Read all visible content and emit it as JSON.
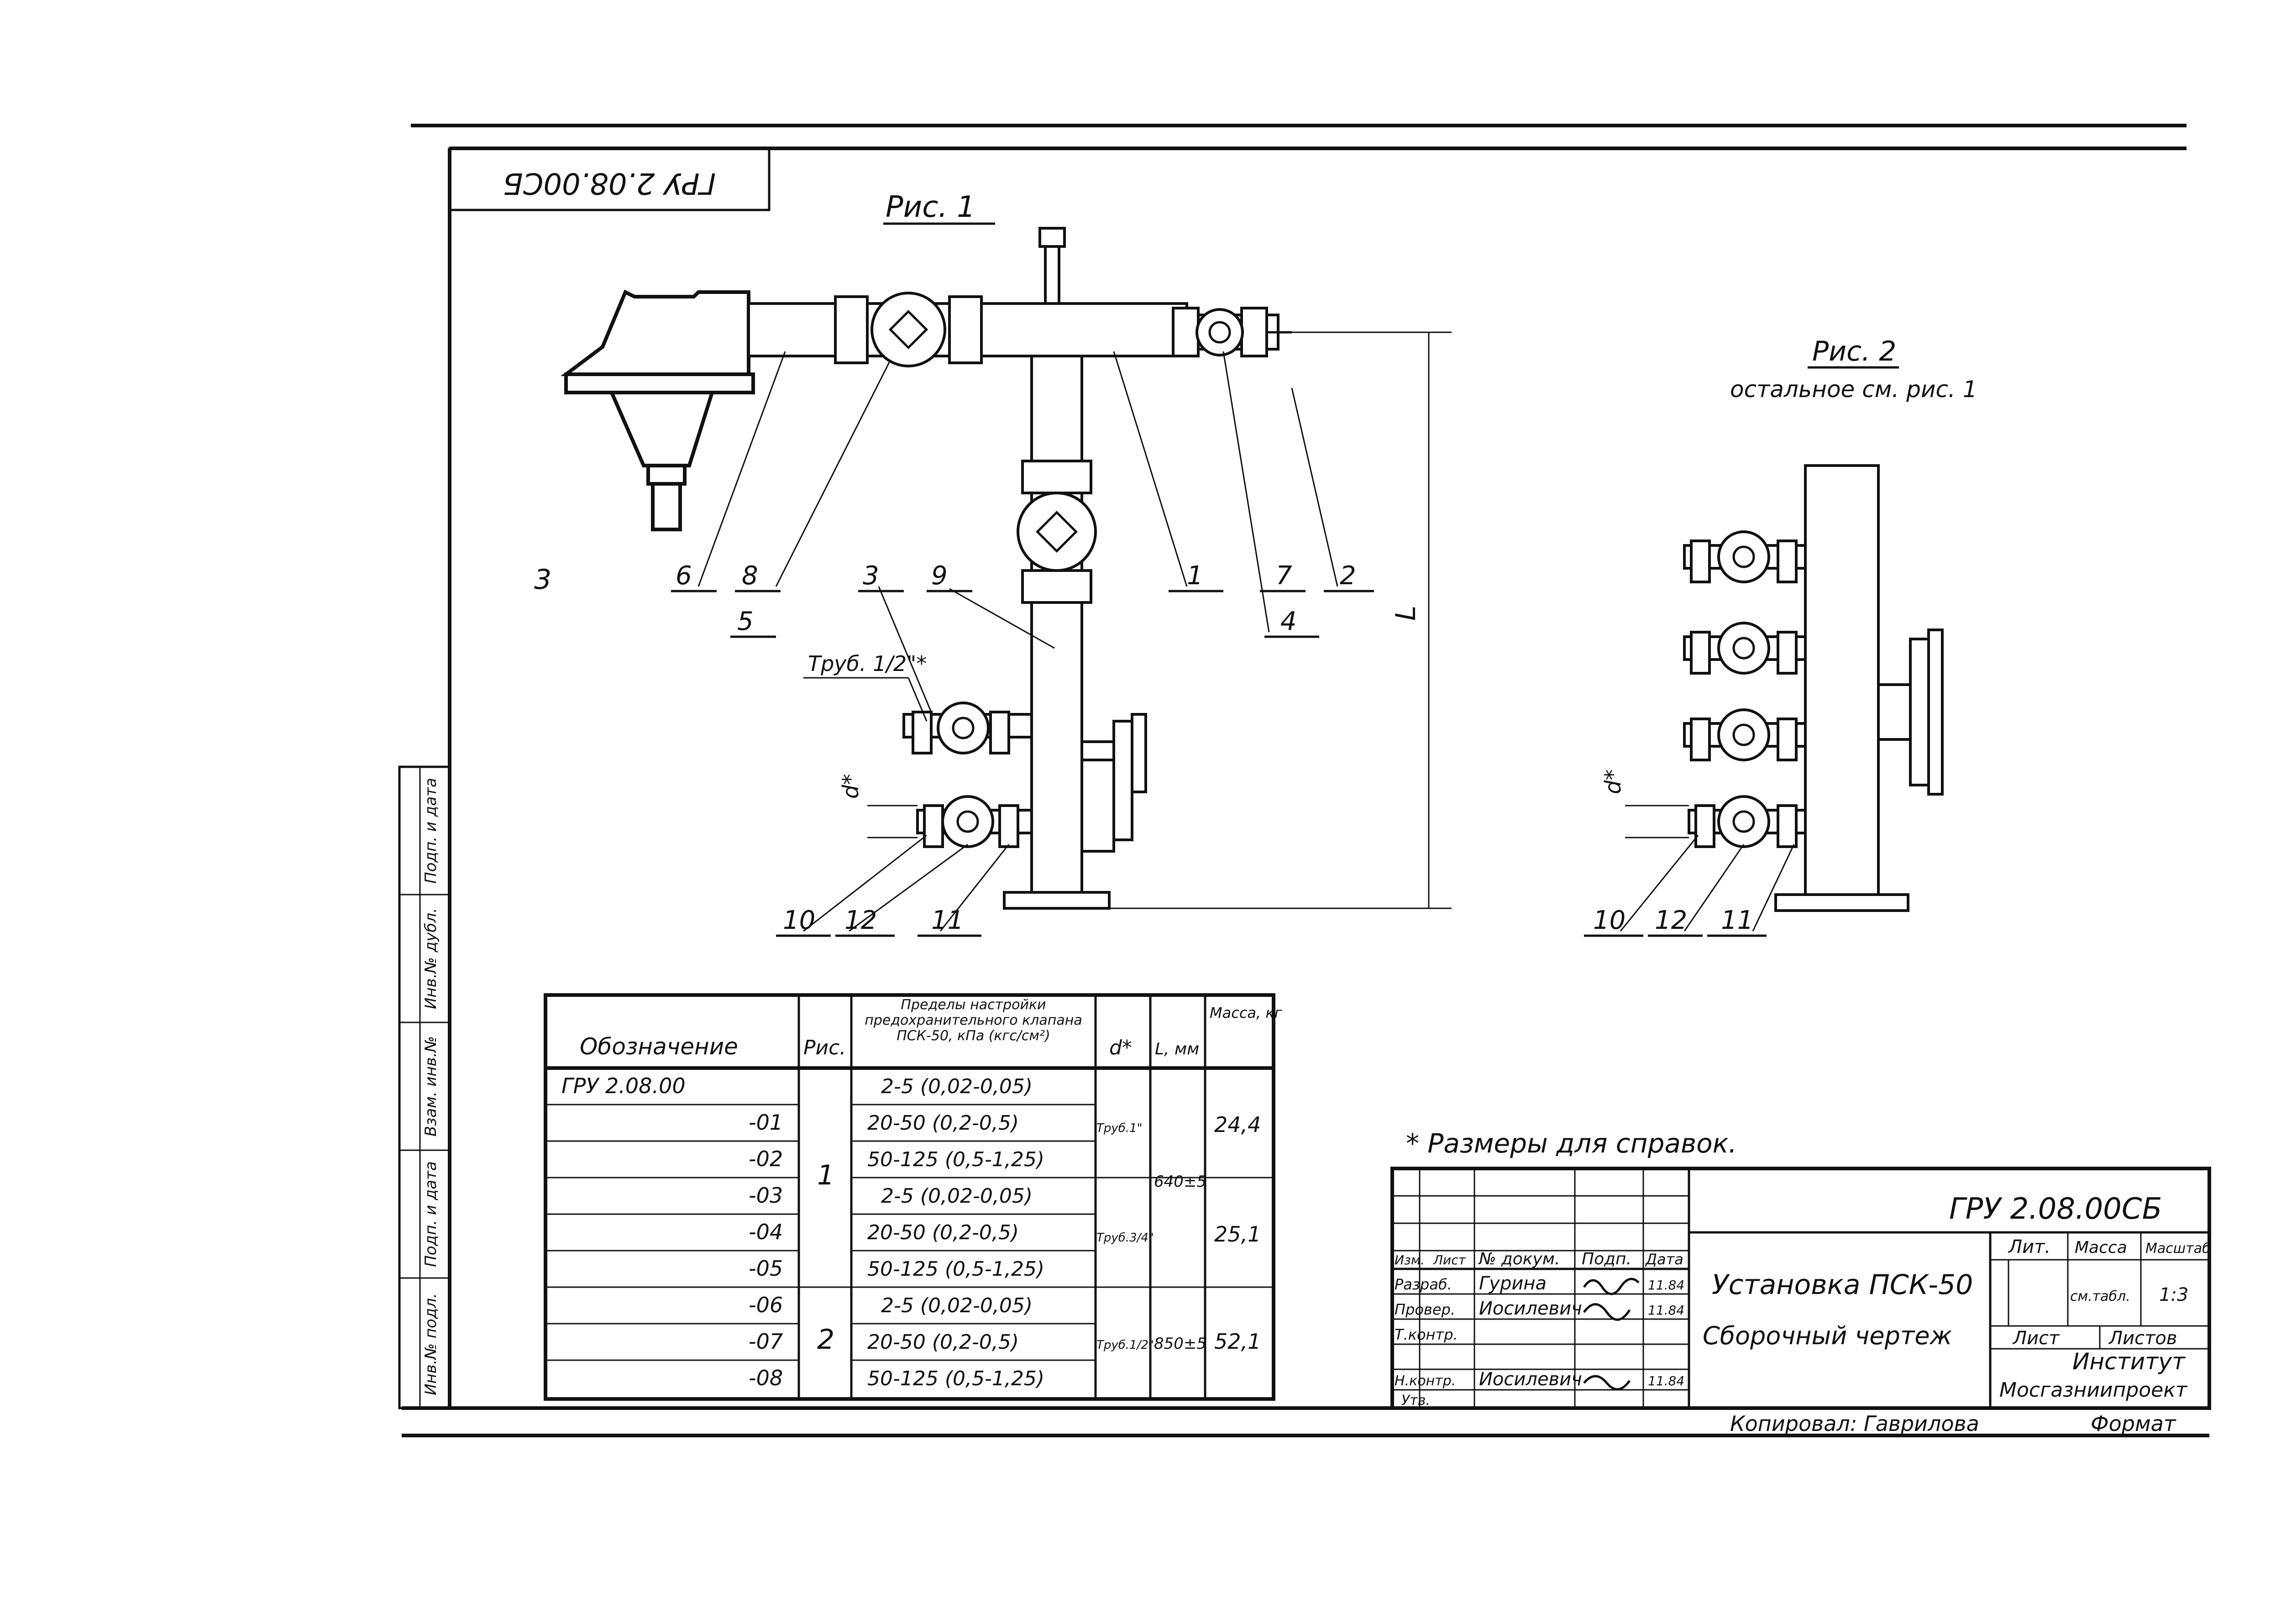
{
  "drawing": {
    "code_stamp_rotated": "ГРУ 2.08.00СБ",
    "figure1_label": "Рис. 1",
    "figure2_label": "Рис. 2",
    "figure2_note": "остальное см. рис. 1",
    "callouts": [
      "6",
      "8",
      "5",
      "3",
      "9",
      "1",
      "7",
      "4",
      "2",
      "10",
      "12",
      "11"
    ],
    "pipe_label": "Труб. 1/2\"*",
    "dim_L": "L",
    "dim_d": "d*",
    "left_margin_mark": "3",
    "fig2_callouts": [
      "10",
      "12",
      "11"
    ],
    "footnote": "* Размеры для справок."
  },
  "table": {
    "headers": {
      "designation": "Обозначение",
      "fig": "Рис.",
      "limits": "Пределы настройки предохранительного клапана ПСК-50, кПа (кгс/см²)",
      "d": "d*",
      "L": "L, мм",
      "mass": "Масса, кг"
    },
    "rows": [
      {
        "designation": "ГРУ 2.08.00",
        "limits": "2-5 (0,02-0,05)"
      },
      {
        "designation": "-01",
        "limits": "20-50 (0,2-0,5)"
      },
      {
        "designation": "-02",
        "limits": "50-125 (0,5-1,25)"
      },
      {
        "designation": "-03",
        "limits": "2-5 (0,02-0,05)"
      },
      {
        "designation": "-04",
        "limits": "20-50 (0,2-0,5)"
      },
      {
        "designation": "-05",
        "limits": "50-125 (0,5-1,25)"
      },
      {
        "designation": "-06",
        "limits": "2-5 (0,02-0,05)"
      },
      {
        "designation": "-07",
        "limits": "20-50 (0,2-0,5)"
      },
      {
        "designation": "-08",
        "limits": "50-125 (0,5-1,25)"
      }
    ],
    "groups": {
      "fig1": "1",
      "fig2": "2",
      "d_a": "Труб.1\"",
      "d_b": "Труб.3/4\"",
      "d_c": "Труб.1/2\"",
      "L_a": "640±5",
      "L_b": "850±5",
      "mass_a": "24,4",
      "mass_b": "25,1",
      "mass_c": "52,1"
    }
  },
  "title_block": {
    "doc_code": "ГРУ 2.08.00СБ",
    "title": "Установка ПСК-50",
    "subtitle": "Сборочный чертеж",
    "col_headers": [
      "Изм.",
      "Лист",
      "№ докум.",
      "Подп.",
      "Дата"
    ],
    "roles": [
      {
        "role": "Разраб.",
        "name": "Гурина",
        "date": "11.84"
      },
      {
        "role": "Провер.",
        "name": "Иосилевич",
        "date": "11.84"
      },
      {
        "role": "Т.контр.",
        "name": "",
        "date": ""
      },
      {
        "role": "Н.контр.",
        "name": "Иосилевич",
        "date": "11.84"
      },
      {
        "role": "Утв.",
        "name": "",
        "date": ""
      }
    ],
    "lit_label": "Лит.",
    "mass_label": "Масса",
    "scale_label": "Масштаб",
    "mass_value": "см.табл.",
    "scale_value": "1:3",
    "sheet_label": "Лист",
    "sheets_label": "Листов",
    "org_line1": "Институт",
    "org_line2": "Мосгазниипроект",
    "copied_by": "Копировал: Гаврилова",
    "format_label": "Формат"
  },
  "side_stamp": {
    "cells": [
      "Инв.№ подл.",
      "Подп. и дата",
      "Взам. инв.№",
      "Инв.№ дубл.",
      "Подп. и дата"
    ]
  }
}
